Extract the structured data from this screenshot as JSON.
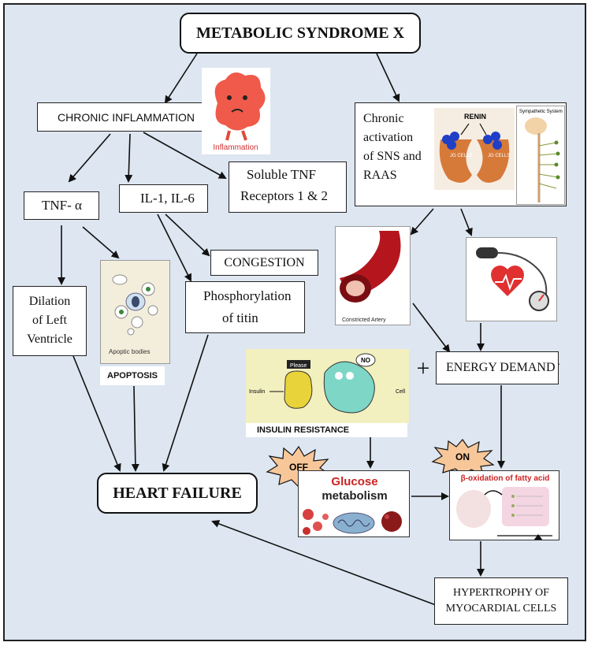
{
  "title": "METABOLIC SYNDROME X",
  "chronic_inflammation": "CHRONIC INFLAMMATION",
  "inflammation_caption": "Inflammation",
  "tnf_alpha": "TNF- α",
  "il": "IL-1, IL-6",
  "soluble_tnf_line1": "Soluble TNF",
  "soluble_tnf_line2": "Receptors 1 & 2",
  "sns_text": [
    "Chronic",
    "activation",
    "of SNS and",
    "RAAS"
  ],
  "renin": "RENIN",
  "jg_cells": "JG CELLS",
  "sympathetic_system": "Sympathetic System",
  "congestion": "CONGESTION",
  "phosphorylation_line1": "Phosphorylation",
  "phosphorylation_line2": "of titin",
  "dilation": [
    "Dilation",
    "of Left",
    "Ventricle"
  ],
  "apoptotic_bodies": "Apoptic bodies",
  "apoptosis": "APOPTOSIS",
  "constricted_artery": "Constricted Artery",
  "energy_demand": "ENERGY DEMAND",
  "plus": "+",
  "please": "Please",
  "no": "NO",
  "insulin": "Insulin",
  "cell": "Cell",
  "insulin_resistance": "INSULIN RESISTANCE",
  "heart_failure": "HEART FAILURE",
  "off": "OFF",
  "on": "ON",
  "glucose": "Glucose",
  "metabolism": "metabolism",
  "beta_oxidation": "β-oxidation of fatty acid",
  "hypertrophy_line1": "HYPERTROPHY OF",
  "hypertrophy_line2": "MYOCARDIAL CELLS",
  "colors": {
    "background": "#dde6f1",
    "inflammation": "#ef5a4a",
    "artery": "#b5161e",
    "kidney": "#d67a3a",
    "jg_cell": "#1f3fc7",
    "starburst": "#f7c79a",
    "glucose": "#cc2222"
  }
}
